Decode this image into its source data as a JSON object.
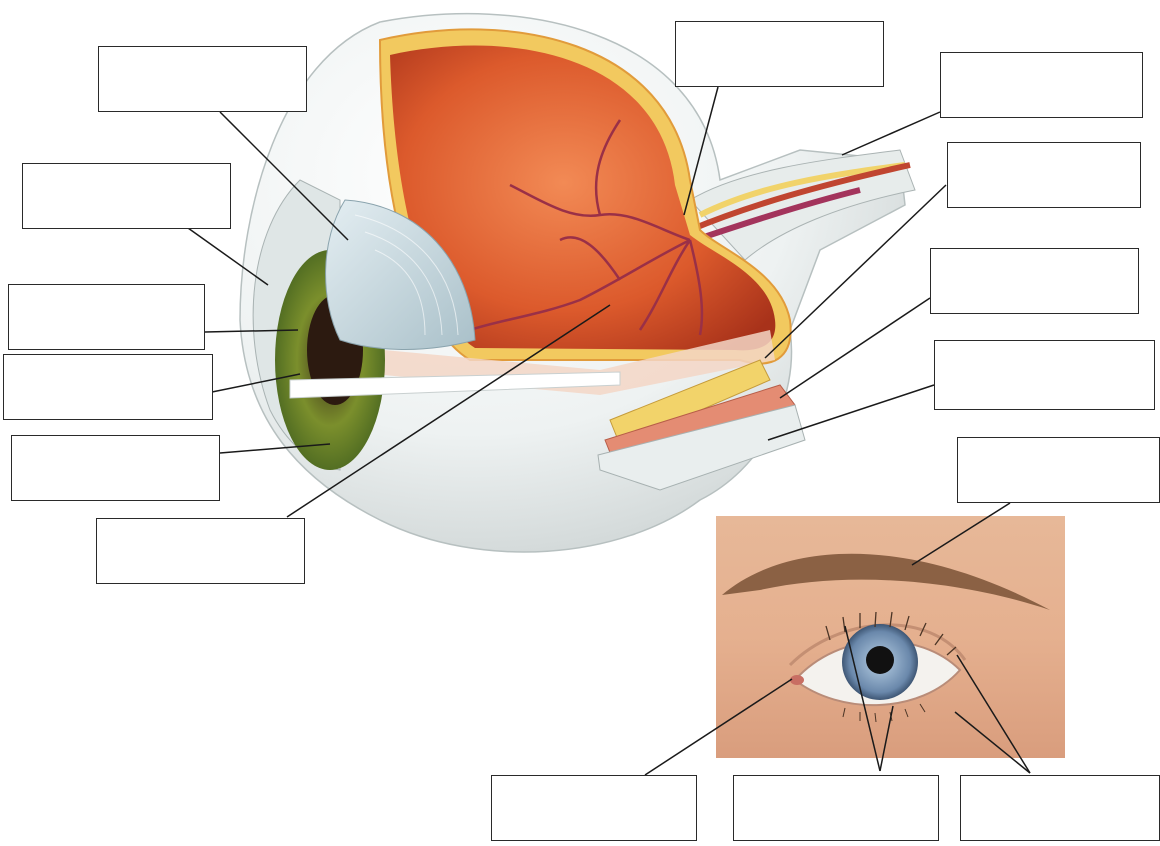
{
  "diagram": {
    "labels": [
      {
        "id": "lens",
        "text": ""
      },
      {
        "id": "cornea",
        "text": ""
      },
      {
        "id": "pupil",
        "text": ""
      },
      {
        "id": "anterior-chamber",
        "text": ""
      },
      {
        "id": "iris",
        "text": ""
      },
      {
        "id": "vitreous-humor",
        "text": ""
      },
      {
        "id": "retina",
        "text": ""
      },
      {
        "id": "optic-nerve",
        "text": ""
      },
      {
        "id": "choroid",
        "text": ""
      },
      {
        "id": "ciliary-layer",
        "text": ""
      },
      {
        "id": "sclera",
        "text": ""
      },
      {
        "id": "eyebrow",
        "text": ""
      },
      {
        "id": "tear-duct",
        "text": ""
      },
      {
        "id": "eyelashes-lower",
        "text": ""
      },
      {
        "id": "eyelids",
        "text": ""
      }
    ]
  },
  "colors": {
    "sclera": "#eef2f2",
    "vitreous": "#d9552a",
    "retina_vessel": "#a3345c",
    "iris": "#6c8a2a",
    "lens": "#c9dbe2",
    "skin": "#e8b79a",
    "blue_iris": "#6f8fb6"
  }
}
